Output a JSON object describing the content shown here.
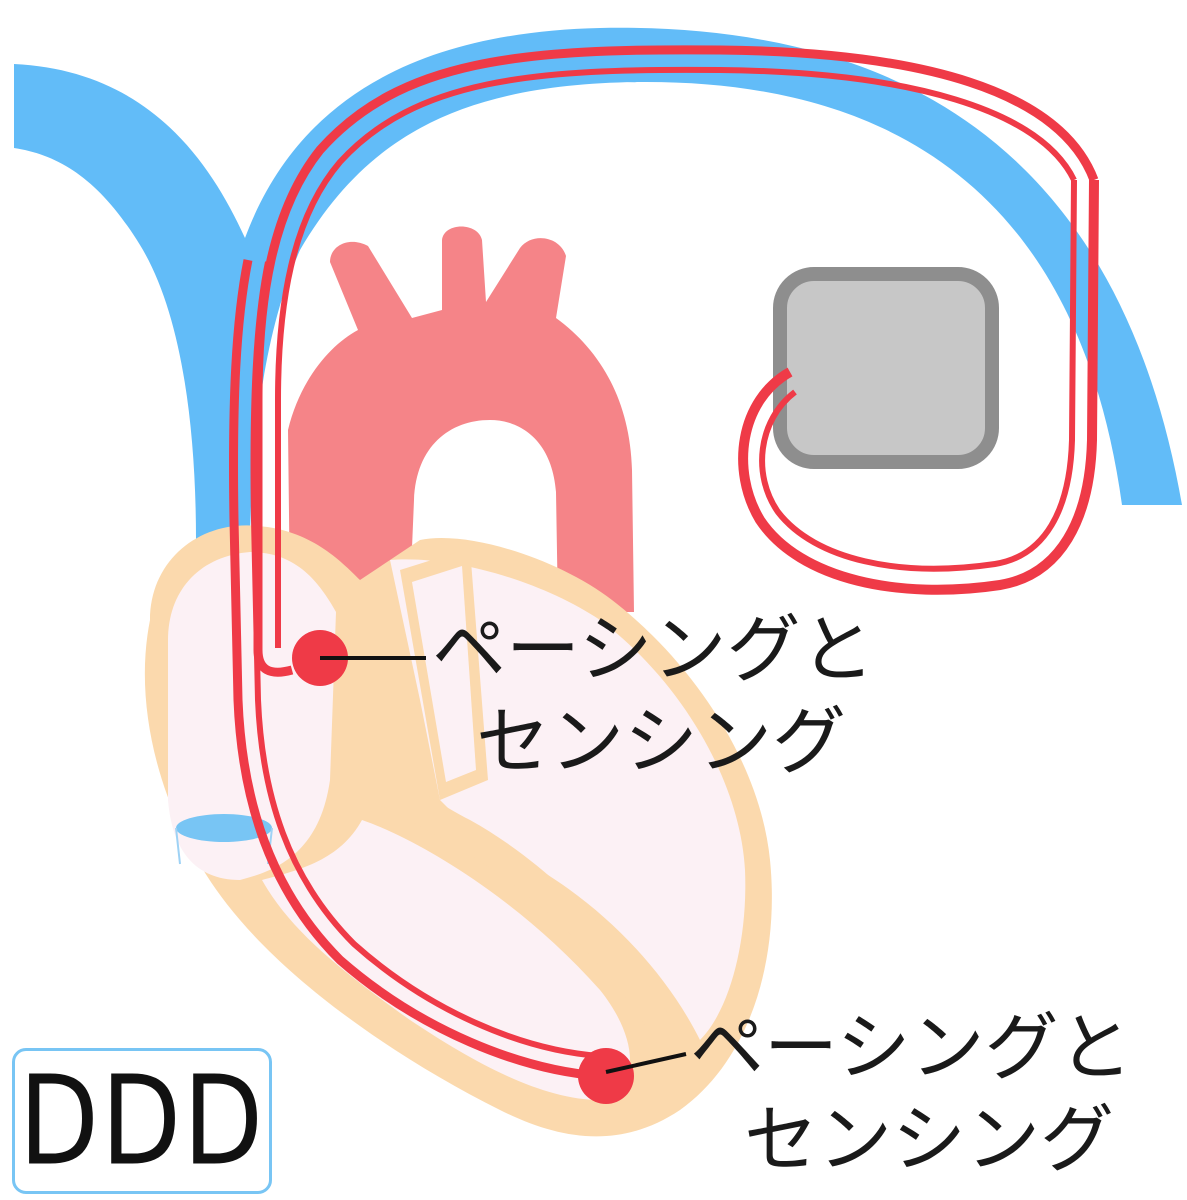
{
  "mode": {
    "label": "DDD"
  },
  "annotations": [
    {
      "line1": "ペーシングと",
      "line2": "センシング"
    },
    {
      "line1": "ペーシングと",
      "line2": "センシング"
    }
  ],
  "colors": {
    "vein": "#62bcf8",
    "lead": "#ef3a47",
    "aorta": "#f58488",
    "heart_wall": "#fbd9ad",
    "heart_chamber": "#fcf1f5",
    "generator_fill": "#c7c7c7",
    "generator_border": "#8e8e8e"
  },
  "icons": {
    "generator": "pacemaker-generator-icon",
    "electrode": "electrode-tip-icon"
  }
}
